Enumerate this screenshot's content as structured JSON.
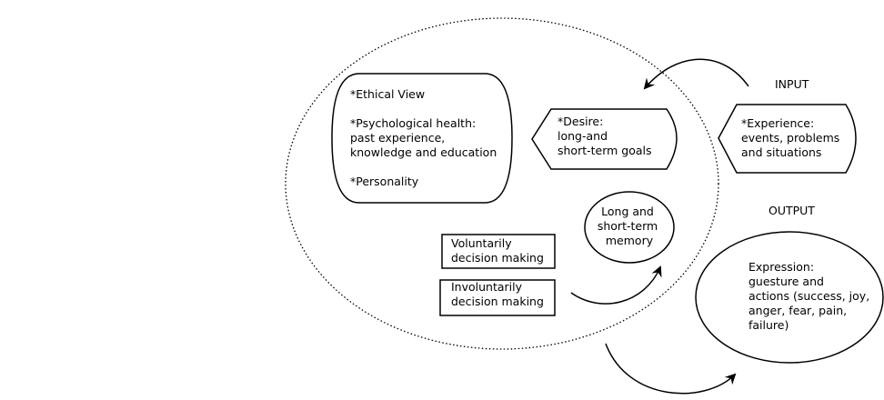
{
  "traits_box": {
    "lines": [
      "*Ethical View",
      "",
      "*Psychological health:",
      "past experience,",
      " knowledge and education",
      "",
      "*Personality"
    ]
  },
  "desire_box": {
    "lines": [
      "*Desire:",
      "long-and",
      "short-term goals"
    ]
  },
  "memory_circle": {
    "lines": [
      "Long and",
      "short-term",
      "memory"
    ]
  },
  "voluntary_box": {
    "lines": [
      "Voluntarily",
      "decision making"
    ]
  },
  "involuntary_box": {
    "lines": [
      "Involuntarily",
      "decision making"
    ]
  },
  "input": {
    "label": "INPUT",
    "lines": [
      "*Experience:",
      "events, problems",
      "and situations"
    ]
  },
  "output": {
    "label": "OUTPUT",
    "lines": [
      "Expression:",
      "guesture and",
      "actions (success, joy,",
      "anger, fear, pain,",
      "failure)"
    ]
  }
}
